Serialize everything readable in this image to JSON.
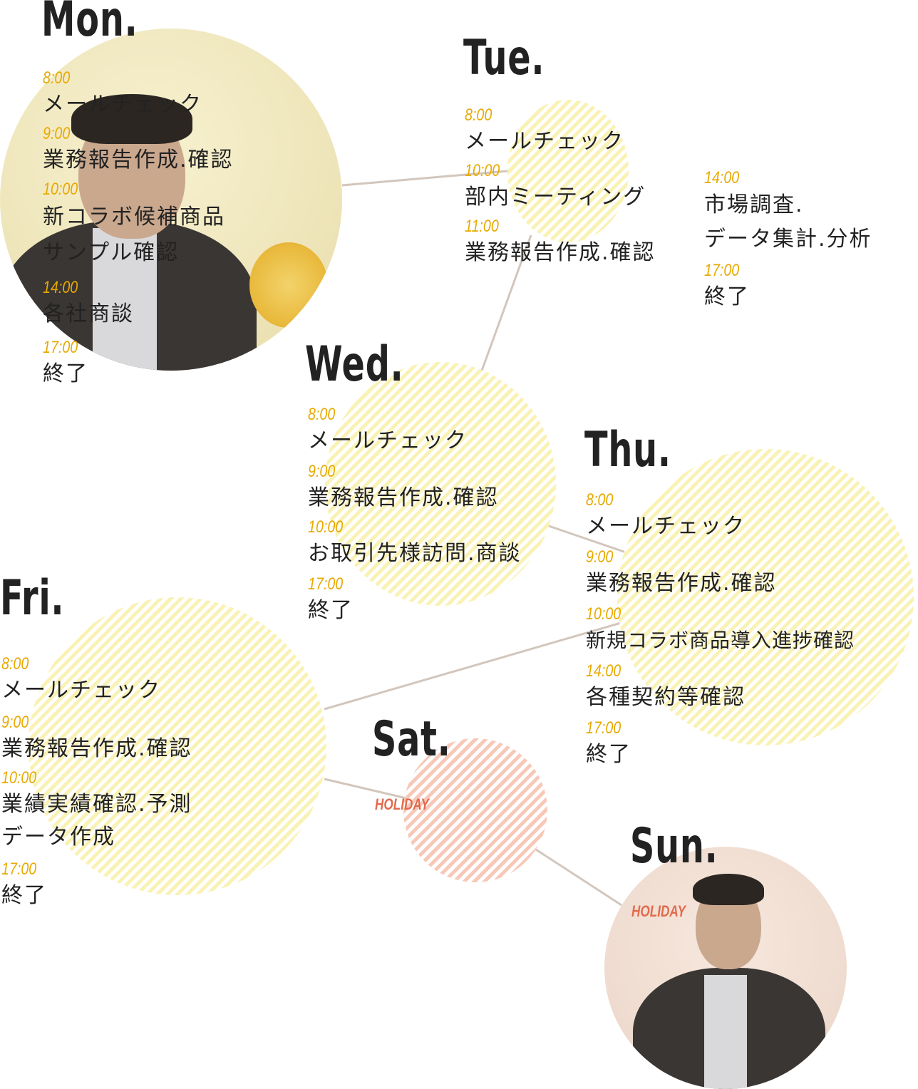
{
  "days": [
    {
      "id": "mon",
      "label": "Mon.",
      "items": [
        {
          "time": "8:00",
          "task": "メールチェック"
        },
        {
          "time": "9:00",
          "task": "業務報告作成.確認"
        },
        {
          "time": "10:00",
          "task": "新コラボ候補商品\nサンプル確認"
        },
        {
          "time": "14:00",
          "task": "各社商談"
        },
        {
          "time": "17:00",
          "task": "終了"
        }
      ]
    },
    {
      "id": "tue",
      "label": "Tue.",
      "items": [
        {
          "time": "8:00",
          "task": "メールチェック"
        },
        {
          "time": "10:00",
          "task": "部内ミーティング"
        },
        {
          "time": "11:00",
          "task": "業務報告作成.確認"
        }
      ],
      "items2": [
        {
          "time": "14:00",
          "task": "市場調査.\nデータ集計.分析"
        },
        {
          "time": "17:00",
          "task": "終了"
        }
      ]
    },
    {
      "id": "wed",
      "label": "Wed.",
      "items": [
        {
          "time": "8:00",
          "task": "メールチェック"
        },
        {
          "time": "9:00",
          "task": "業務報告作成.確認"
        },
        {
          "time": "10:00",
          "task": "お取引先様訪問.商談"
        },
        {
          "time": "17:00",
          "task": "終了"
        }
      ]
    },
    {
      "id": "thu",
      "label": "Thu.",
      "items": [
        {
          "time": "8:00",
          "task": "メールチェック"
        },
        {
          "time": "9:00",
          "task": "業務報告作成.確認"
        },
        {
          "time": "10:00",
          "task": "新規コラボ商品導入進捗確認"
        },
        {
          "time": "14:00",
          "task": "各種契約等確認"
        },
        {
          "time": "17:00",
          "task": "終了"
        }
      ]
    },
    {
      "id": "fri",
      "label": "Fri.",
      "items": [
        {
          "time": "8:00",
          "task": "メールチェック"
        },
        {
          "time": "9:00",
          "task": "業務報告作成.確認"
        },
        {
          "time": "10:00",
          "task": "業績実績確認.予測\nデータ作成"
        },
        {
          "time": "17:00",
          "task": "終了"
        }
      ]
    },
    {
      "id": "sat",
      "label": "Sat.",
      "holiday": "HOLIDAY"
    },
    {
      "id": "sun",
      "label": "Sun.",
      "holiday": "HOLIDAY"
    }
  ],
  "colors": {
    "time": "#e8a900",
    "holiday": "#e26a4c",
    "stripe_yellow": "#faf2b4",
    "stripe_red": "#f7c8b8",
    "connector": "#d3c6bc"
  }
}
